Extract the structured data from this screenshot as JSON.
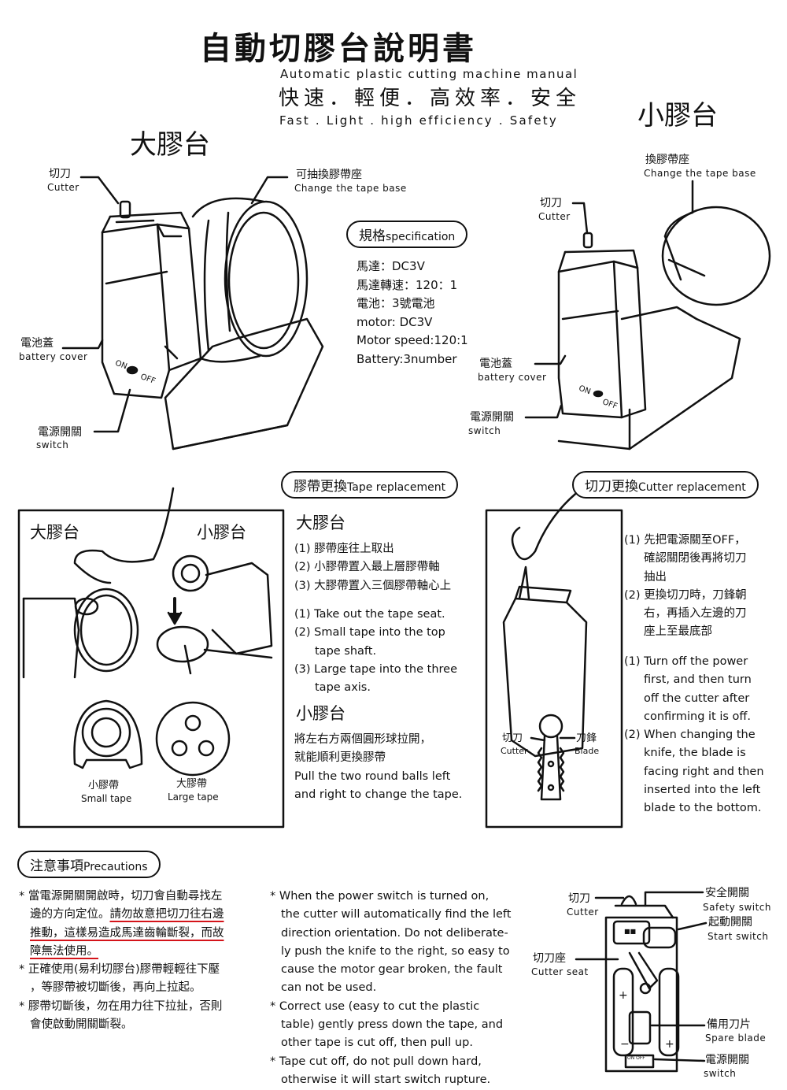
{
  "header": {
    "title_zh": "自動切膠台說明書",
    "title_en": "Automatic plastic cutting machine manual",
    "slogan_zh": "快速．輕便．高效率．安全",
    "slogan_en": "Fast . Light . high efficiency . Safety"
  },
  "large_unit": {
    "heading": "大膠台",
    "cutter_zh": "切刀",
    "cutter_en": "Cutter",
    "tape_base_zh": "可抽換膠帶座",
    "tape_base_en": "Change the tape base",
    "battery_zh": "電池蓋",
    "battery_en": "battery cover",
    "switch_zh": "電源開關",
    "switch_en": "switch",
    "on": "ON",
    "off": "OFF"
  },
  "small_unit": {
    "heading": "小膠台",
    "tape_base_zh": "換膠帶座",
    "tape_base_en": "Change the tape base",
    "cutter_zh": "切刀",
    "cutter_en": "Cutter",
    "battery_zh": "電池蓋",
    "battery_en": "battery cover",
    "switch_zh": "電源開關",
    "switch_en": "switch",
    "on": "ON",
    "off": "OFF"
  },
  "spec": {
    "title_zh": "規格",
    "title_en": "specification",
    "lines": [
      "馬達：DC3V",
      "馬達轉速：120：1",
      "電池：3號電池",
      "motor: DC3V",
      "Motor speed:120:1",
      "Battery:3number"
    ]
  },
  "tape_replacement": {
    "title_zh": "膠帶更換",
    "title_en": "Tape replacement",
    "panel_large": "大膠台",
    "panel_small": "小膠台",
    "small_tape_zh": "小膠帶",
    "small_tape_en": "Small tape",
    "large_tape_zh": "大膠帶",
    "large_tape_en": "Large tape",
    "large_heading": "大膠台",
    "large_steps_zh": [
      "(1) 膠帶座往上取出",
      "(2) 小膠帶置入最上層膠帶軸",
      "(3) 大膠帶置入三個膠帶軸心上"
    ],
    "large_steps_en": [
      "(1) Take out the tape seat.",
      "(2) Small tape into the top",
      "tape shaft.",
      "(3) Large tape into the three",
      "tape axis."
    ],
    "small_heading": "小膠台",
    "small_text": [
      "將左右方兩個圓形球拉開，",
      "就能順利更換膠帶",
      "Pull the two round balls left",
      "and right to change the tape."
    ]
  },
  "cutter_replacement": {
    "title_zh": "切刀更換",
    "title_en": "Cutter replacement",
    "cutter_zh": "切刀",
    "cutter_en": "Cutter",
    "blade_zh": "刀鋒",
    "blade_en": "Blade",
    "steps_zh": [
      "(1) 先把電源關至OFF，",
      "確認關閉後再將切刀",
      "抽出",
      "(2) 更換切刀時，刀鋒朝",
      "右，再插入左邊的刀",
      "座上至最底部"
    ],
    "steps_en": [
      "(1) Turn off the power",
      "first, and then turn",
      "off the cutter after",
      "confirming it is off.",
      "(2) When changing the",
      "knife, the blade is",
      "facing right and then",
      "inserted into the left",
      "blade to the bottom."
    ]
  },
  "precautions": {
    "title_zh": "注意事項",
    "title_en": "Precautions",
    "zh": [
      {
        "bullet": "*",
        "parts": [
          "當電源開關開啟時，切刀會自動尋找左",
          "邊的方向定位。",
          "請勿故意把切刀往右邊",
          "推動，這樣易造成馬達齒輪斷裂，而故",
          "障無法使用。"
        ]
      },
      {
        "bullet": "*",
        "parts": [
          "正確使用(易利切膠台)膠帶輕輕往下壓",
          "，等膠帶被切斷後，再向上拉起。"
        ]
      },
      {
        "bullet": "*",
        "parts": [
          "膠帶切斷後，勿在用力往下拉扯，否則",
          "會使啟動開關斷裂。"
        ]
      }
    ],
    "en": [
      {
        "bullet": "*",
        "lines": [
          "When the power switch is turned on,",
          "the cutter will automatically find the left",
          "direction orientation. Do not deliberate-",
          "ly push the knife to the right, so easy to",
          "cause the motor gear broken, the fault",
          "can not be used."
        ]
      },
      {
        "bullet": "*",
        "lines": [
          "Correct use (easy to cut the plastic",
          "table) gently press down the tape, and",
          "other tape is cut off, then pull up."
        ]
      },
      {
        "bullet": "*",
        "lines": [
          "Tape cut off, do not pull down hard,",
          "otherwise it will start switch rupture."
        ]
      }
    ],
    "diagram": {
      "cutter_zh": "切刀",
      "cutter_en": "Cutter",
      "seat_zh": "切刀座",
      "seat_en": "Cutter seat",
      "safety_zh": "安全開關",
      "safety_en": "Safety switch",
      "start_zh": "起動開關",
      "start_en": "Start switch",
      "spare_zh": "備用刀片",
      "spare_en": "Spare blade",
      "switch_zh": "電源開關",
      "switch_en": "switch",
      "onoff": "ON OFF"
    }
  }
}
